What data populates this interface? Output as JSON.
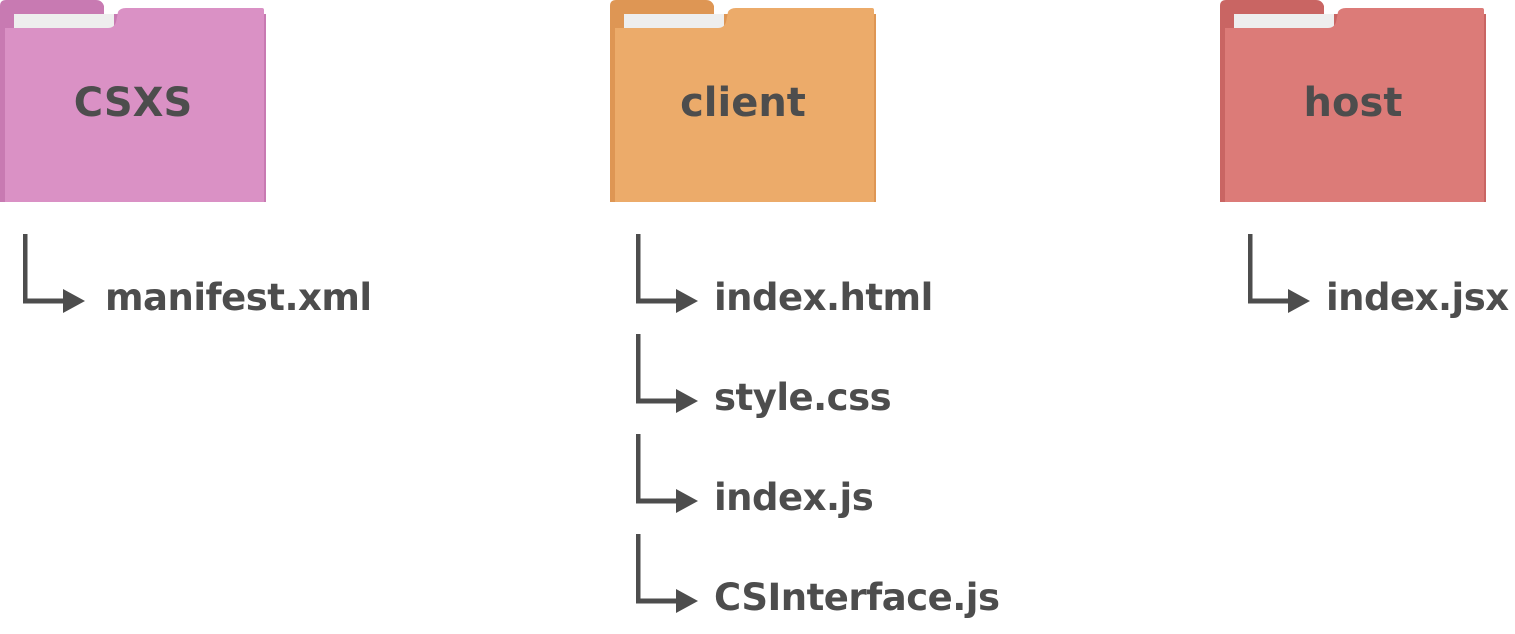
{
  "colors": {
    "csxs_folder": "#da91c5",
    "client_folder": "#ecab6a",
    "host_folder": "#dc7b78",
    "text": "#4d4d4d",
    "arrow": "#4d4d4d"
  },
  "folders": [
    {
      "label": "CSXS",
      "files": [
        "manifest.xml"
      ]
    },
    {
      "label": "client",
      "files": [
        "index.html",
        "style.css",
        "index.js",
        "CSInterface.js"
      ]
    },
    {
      "label": "host",
      "files": [
        "index.jsx"
      ]
    }
  ]
}
